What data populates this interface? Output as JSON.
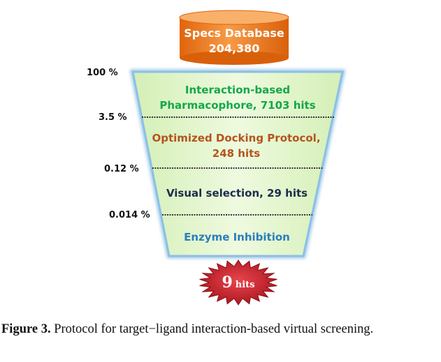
{
  "database": {
    "name": "Specs Database",
    "count": "204,380"
  },
  "stages": [
    {
      "lines": [
        "Interaction-based",
        "Pharmacophore, 7103 hits"
      ],
      "color": "#12a84a"
    },
    {
      "lines": [
        "Optimized Docking Protocol,",
        "248 hits"
      ],
      "color": "#b5541d"
    },
    {
      "lines": [
        "Visual selection, 29 hits"
      ],
      "color": "#1c2e4a"
    },
    {
      "lines": [
        "Enzyme Inhibition"
      ],
      "color": "#2a7fbd"
    }
  ],
  "percentages": [
    "100 %",
    "3.5 %",
    "0.12 %",
    "0.014 %"
  ],
  "result": {
    "number": "9",
    "word": "hits"
  },
  "caption": {
    "label": "Figure 3.",
    "text": "Protocol for target−ligand interaction-based virtual screening."
  },
  "colors": {
    "cylinder": "#f07a1e",
    "funnel_fill": "#dff5c6",
    "funnel_border": "#9cc9e8",
    "starburst": "#c8202a"
  }
}
